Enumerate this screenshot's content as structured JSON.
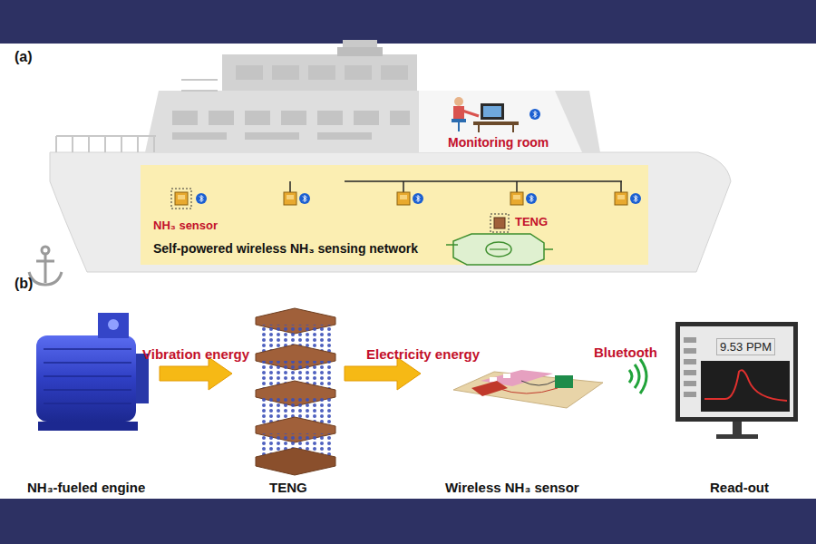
{
  "diagram": {
    "nodes": [
      {
        "text": [
          "Monitoring room"
        ]
      },
      {
        "text": [
          "Self-powered wireless NH₃ sensing network"
        ]
      },
      {
        "text": [
          "NH₃ sensor"
        ],
        "in": 1
      },
      {
        "text": [
          "TENG"
        ],
        "in": 1
      },
      {
        "text": [
          "NH₃-fueled engine"
        ]
      },
      {
        "text": [
          "TENG"
        ]
      },
      {
        "text": [
          "Wireless NH₃ sensor"
        ]
      },
      {
        "text": [
          "Read-out"
        ]
      }
    ],
    "edges": [
      {
        "from": 3,
        "to": 2,
        "arrow": "none"
      },
      {
        "from": 4,
        "to": 5,
        "label": "Vibration energy",
        "arrow": "to"
      },
      {
        "from": 5,
        "to": 6,
        "label": "Electricity energy",
        "arrow": "to"
      }
    ],
    "labels": [
      "(a)",
      "(b)",
      "Bluetooth",
      "9.53 PPM"
    ]
  }
}
